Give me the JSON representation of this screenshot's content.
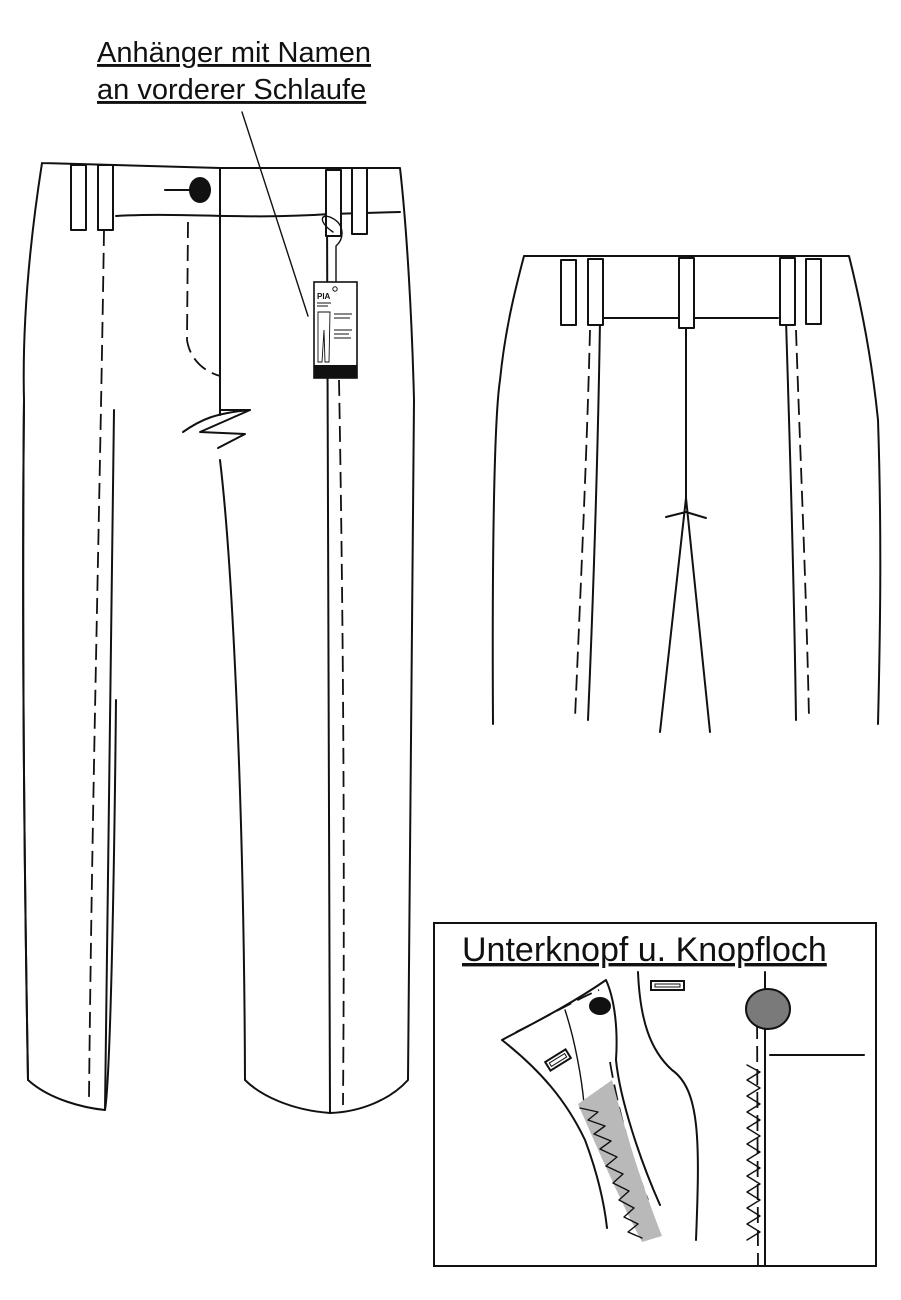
{
  "callout": {
    "line1": "Anhänger mit Namen",
    "line2": "an vorderer Schlaufe"
  },
  "hang_tag": {
    "brand": "PIA"
  },
  "detail": {
    "title": "Unterknopf u. Knopfloch"
  },
  "colors": {
    "line": "#111111",
    "button_fill": "#7a7a7a",
    "zipper_tape": "#b9b9b9",
    "under_button": "#111111"
  },
  "icons": [
    "button-icon",
    "buttonhole-icon",
    "zipper-icon",
    "hang-tag-icon"
  ]
}
